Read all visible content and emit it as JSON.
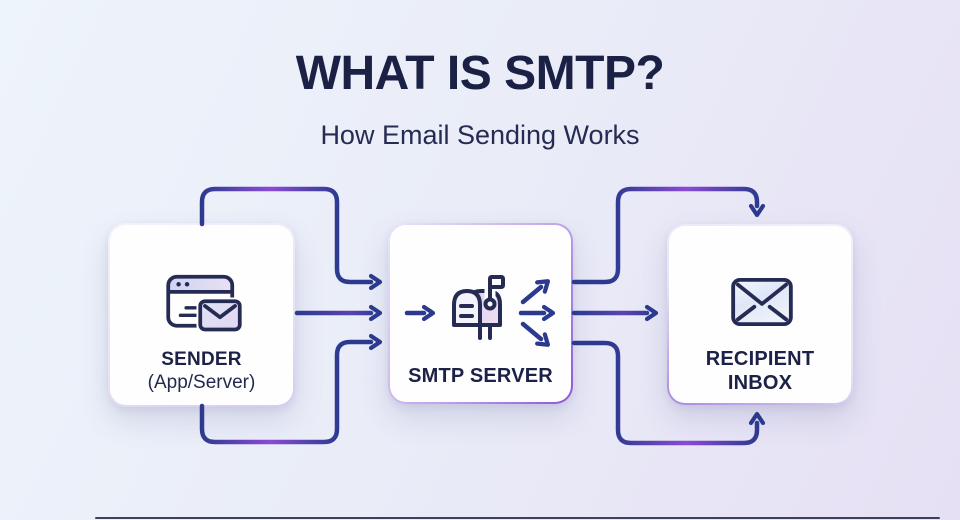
{
  "title": "WHAT IS SMTP?",
  "subtitle": "How Email Sending Works",
  "diagram": {
    "nodes": [
      {
        "id": "sender",
        "label": "SENDER",
        "sublabel": "(App/Server)",
        "icon": "app-window-email-icon"
      },
      {
        "id": "smtp_server",
        "label": "SMTP SERVER",
        "icon": "mailbox-icon"
      },
      {
        "id": "recipient_inbox",
        "label": "RECIPIENT",
        "label_line2": "INBOX",
        "icon": "envelope-icon"
      }
    ],
    "edges": [
      {
        "from": "sender",
        "to": "smtp_server",
        "route": "top"
      },
      {
        "from": "sender",
        "to": "smtp_server",
        "route": "middle"
      },
      {
        "from": "sender",
        "to": "smtp_server",
        "route": "bottom"
      },
      {
        "from": "smtp_server",
        "to": "recipient_inbox",
        "route": "top"
      },
      {
        "from": "smtp_server",
        "to": "recipient_inbox",
        "route": "middle"
      },
      {
        "from": "smtp_server",
        "to": "recipient_inbox",
        "route": "bottom"
      }
    ]
  },
  "colors": {
    "arrow_navy": "#2b3a8e",
    "accent_purple": "#8a4ad6",
    "ink": "#1b2045",
    "card_white": "#fefeff",
    "icon_stroke": "#262b54",
    "icon_fill_lavender": "#d9d6f3",
    "icon_fill_blue": "#e9eef9",
    "bg_top_left": "#eef4fb",
    "bg_bottom_right": "#e6e0f4"
  }
}
